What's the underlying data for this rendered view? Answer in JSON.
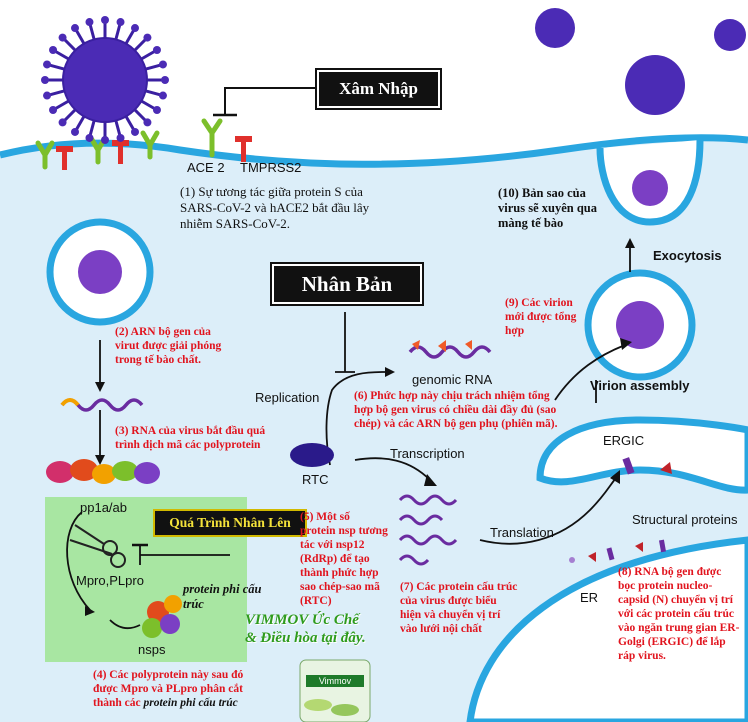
{
  "title_entry": "Xâm Nhập",
  "title_replication": "Nhân Bản",
  "title_multiply": "Quá Trình Nhân Lên",
  "receptors": {
    "ace2": "ACE 2",
    "tmprss2": "TMPRSS2"
  },
  "labels": {
    "exocytosis": "Exocytosis",
    "virion_assembly": "Virion assembly",
    "replication": "Replication",
    "genomic_rna": "genomic RNA",
    "transcription": "Transcription",
    "translation": "Translation",
    "ergic": "ERGIC",
    "structural_proteins": "Structural proteins",
    "er": "ER",
    "rtc": "RTC",
    "pp1a_ab": "pp1a/ab",
    "mpro_plpro": "Mpro,PLpro",
    "nsps": "nsps",
    "non_structural": "protein phi cấu trúc"
  },
  "steps": {
    "s1": "(1) Sự tương tác giữa protein S của SARS-CoV-2 và hACE2 bắt đầu lây nhiễm SARS-CoV-2.",
    "s2": "(2) ARN bộ gen của virut được giải phóng trong tế bào chất.",
    "s3": "(3) RNA của virus bắt đầu quá trình dịch mã các polyprotein",
    "s4a": "(4) Các polyprotein này sau đó được Mpro và PLpro phân cắt thành các",
    "s4b": "protein phi cấu trúc",
    "s5": "(5) Một số protein nsp tương tác với nsp12 (RdRp) để tạo thành phức hợp sao chép-sao mã (RTC)",
    "s6": "(6) Phức hợp này chịu trách nhiệm tổng hợp bộ gen virus có chiều dài đầy đủ (sao chép) và các ARN bộ gen phụ (phiên mã).",
    "s7": "(7) Các protein cấu trúc của virus được biểu hiện và chuyển vị trí vào lưới nội chất",
    "s8": "(8) RNA bộ gen được bọc protein nucleo-capsid (N) chuyển vị trí với các protein cấu trúc vào ngăn trung gian ER-Golgi (ERGIC) để lắp ráp virus.",
    "s9": "(9) Các virion mới được tổng hợp",
    "s10": "(10) Bản sao của virus sẽ xuyên qua màng tế bào"
  },
  "brand": {
    "line1": "VIMMOV Ức Chế",
    "line2": "& Điều hòa tại đây.",
    "pack": "Vimmov"
  },
  "colors": {
    "membrane": "#29a6e0",
    "cytoplasm": "#dceef9",
    "virus": "#4b2bb5",
    "inhibit_panel": "#a8e6a2",
    "red_text": "#e1141e"
  }
}
